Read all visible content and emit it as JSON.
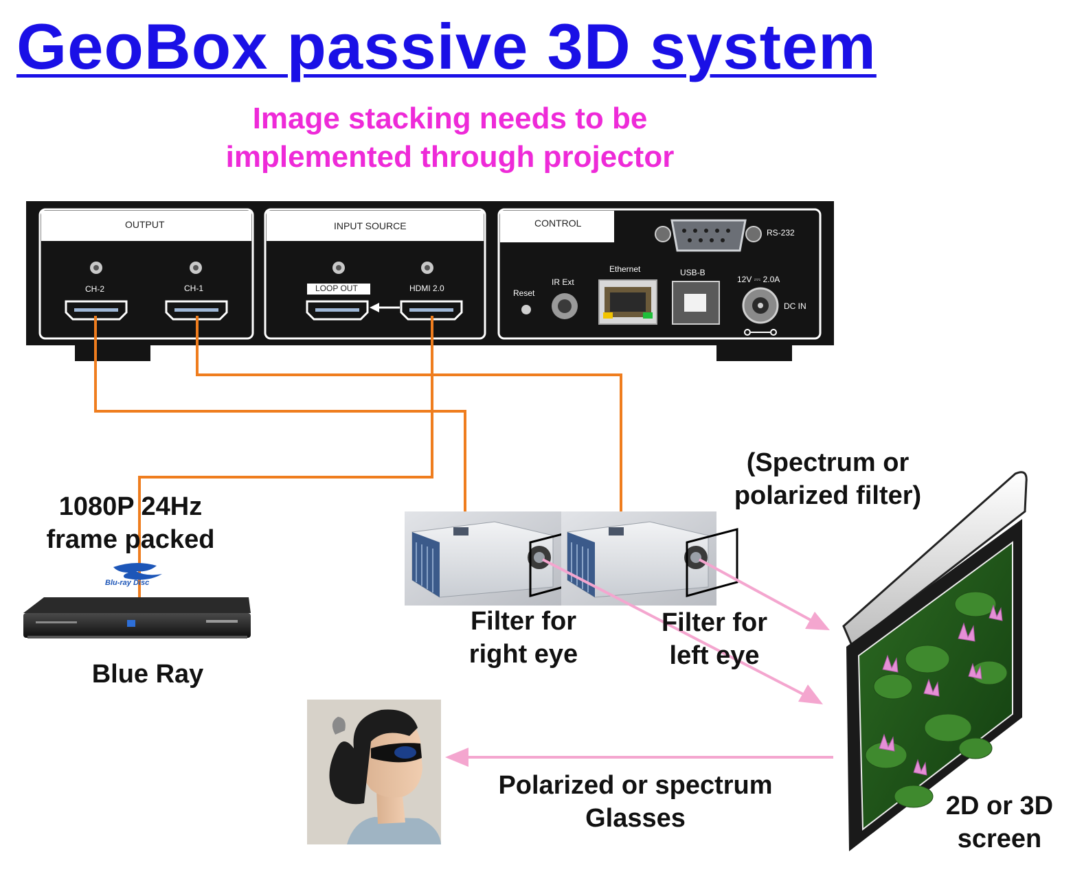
{
  "title": "GeoBox passive 3D system",
  "subtitle": {
    "line1": "Image stacking needs to be",
    "line2": "implemented through projector"
  },
  "device": {
    "sections": {
      "output": "OUTPUT",
      "input": "INPUT SOURCE",
      "control": "CONTROL"
    },
    "ports": {
      "ch2": "CH-2",
      "ch1": "CH-1",
      "loop_out": "LOOP OUT",
      "hdmi20": "HDMI 2.0",
      "rs232": "RS-232",
      "ethernet": "Ethernet",
      "usb_b": "USB-B",
      "power": "12V ⎓ 2.0A",
      "dc_in": "DC IN",
      "reset": "Reset",
      "ir_ext": "IR Ext"
    }
  },
  "labels": {
    "source_line1": "1080P 24Hz",
    "source_line2": "frame packed",
    "bluray_logo": "Blu-ray Disc",
    "bluray": "Blue Ray",
    "filter_note_line1": "(Spectrum or",
    "filter_note_line2": "polarized filter)",
    "filter_right_line1": "Filter for",
    "filter_right_line2": "right eye",
    "filter_left_line1": "Filter for",
    "filter_left_line2": "left eye",
    "glasses_line1": "Polarized or spectrum",
    "glasses_line2": "Glasses",
    "screen_line1": "2D or 3D",
    "screen_line2": "screen"
  },
  "colors": {
    "title": "#1a10e6",
    "subtitle": "#ee2ad8",
    "cable": "#ef7d1e",
    "light_arrow": "#f4a6cf",
    "device_body": "#141414"
  }
}
